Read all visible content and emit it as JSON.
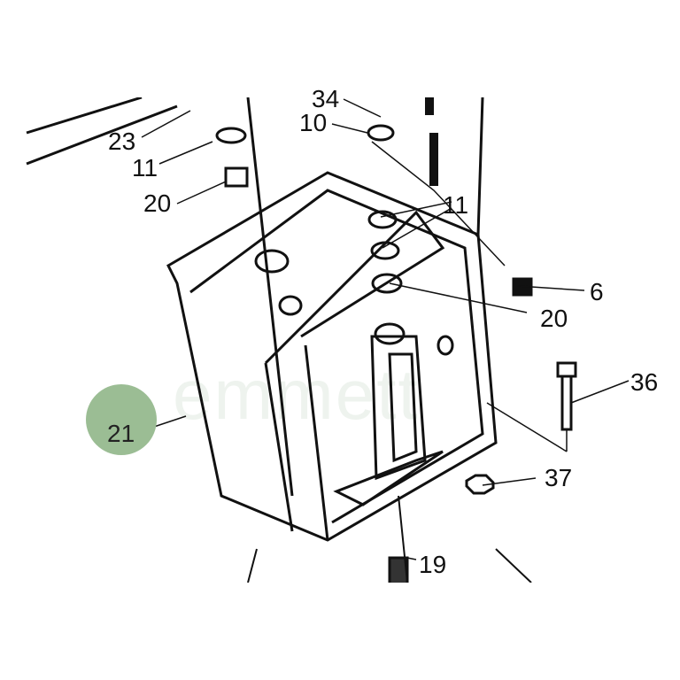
{
  "diagram": {
    "callouts": [
      "34",
      "10",
      "23",
      "11",
      "20",
      "11",
      "6",
      "20",
      "36",
      "37",
      "19"
    ],
    "highlighted_part": "21",
    "watermark": "emmett",
    "colors": {
      "highlight": "#9bbd94",
      "line": "#111111"
    }
  }
}
